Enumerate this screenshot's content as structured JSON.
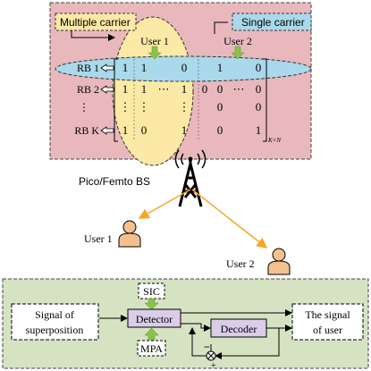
{
  "top": {
    "multiple_carrier_label": "Multiple carrier",
    "single_carrier_label": "Single carrier",
    "user1_label": "User 1",
    "user2_label": "User 2",
    "rows": [
      {
        "label": "RB 1",
        "cells": [
          "1",
          "1",
          "0",
          "1",
          "0"
        ]
      },
      {
        "label": "RB 2",
        "cells": [
          "1",
          "1",
          "⋯",
          "1",
          "0",
          "0",
          "⋯",
          "0"
        ]
      },
      {
        "label": "⋮",
        "cells": [
          "⋮",
          "⋮",
          "⋮",
          "0",
          "0"
        ]
      },
      {
        "label": "RB K",
        "cells": [
          "1",
          "0",
          "1",
          "0",
          "1"
        ]
      }
    ],
    "matrix_subscript": "K×N"
  },
  "middle": {
    "bs_label": "Pico/Femto BS",
    "user1_label": "User 1",
    "user2_label": "User 2"
  },
  "bottom": {
    "input_label_line1": "Signal of",
    "input_label_line2": "superposition",
    "sic_label": "SIC",
    "mpa_label": "MPA",
    "detector_label": "Detector",
    "decoder_label": "Decoder",
    "output_label_line1": "The signal",
    "output_label_line2": "of user",
    "minus_sign": "−",
    "plus_sign": "+"
  },
  "colors": {
    "top_panel": "#e9b8bd",
    "bottom_panel": "#d6e3c2",
    "yellow": "#fde9a6",
    "blue": "#a9d9ea",
    "arrow_green": "#8bc34a",
    "link_orange": "#f6a623",
    "box_purple": "#d9cde8",
    "person": "#f4c08d"
  }
}
